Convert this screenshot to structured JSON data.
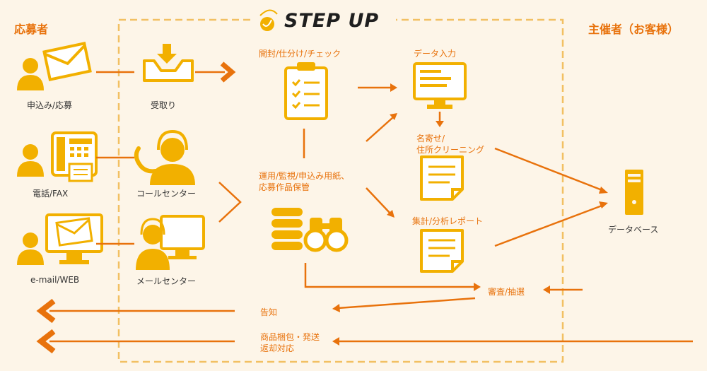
{
  "logo": {
    "text": "STEP UP"
  },
  "headers": {
    "applicant": "応募者",
    "organizer": "主催者（お客様）"
  },
  "applicant_items": {
    "apply": "申込み/応募",
    "tel_fax": "電話/FAX",
    "email_web": "e-mail/WEB"
  },
  "reception_items": {
    "receipt": "受取り",
    "call_center": "コールセンター",
    "mail_center": "メールセンター"
  },
  "process": {
    "sort_check": "開封/仕分け/チェック",
    "data_entry": "データ入力",
    "name_cleaning_1": "名寄せ/",
    "name_cleaning_2": "住所クリーニング",
    "operation_1": "運用/監視/申込み用紙、",
    "operation_2": "応募作品保管",
    "report": "集計/分析レポート",
    "database": "データベース",
    "judging": "審査/抽選",
    "notice": "告知",
    "shipping_1": "商品梱包・発送",
    "shipping_2": "返却対応"
  },
  "colors": {
    "accent": "#e8720c",
    "icon": "#f2b000",
    "dash": "#f2c063",
    "background": "#fdf5e8"
  }
}
